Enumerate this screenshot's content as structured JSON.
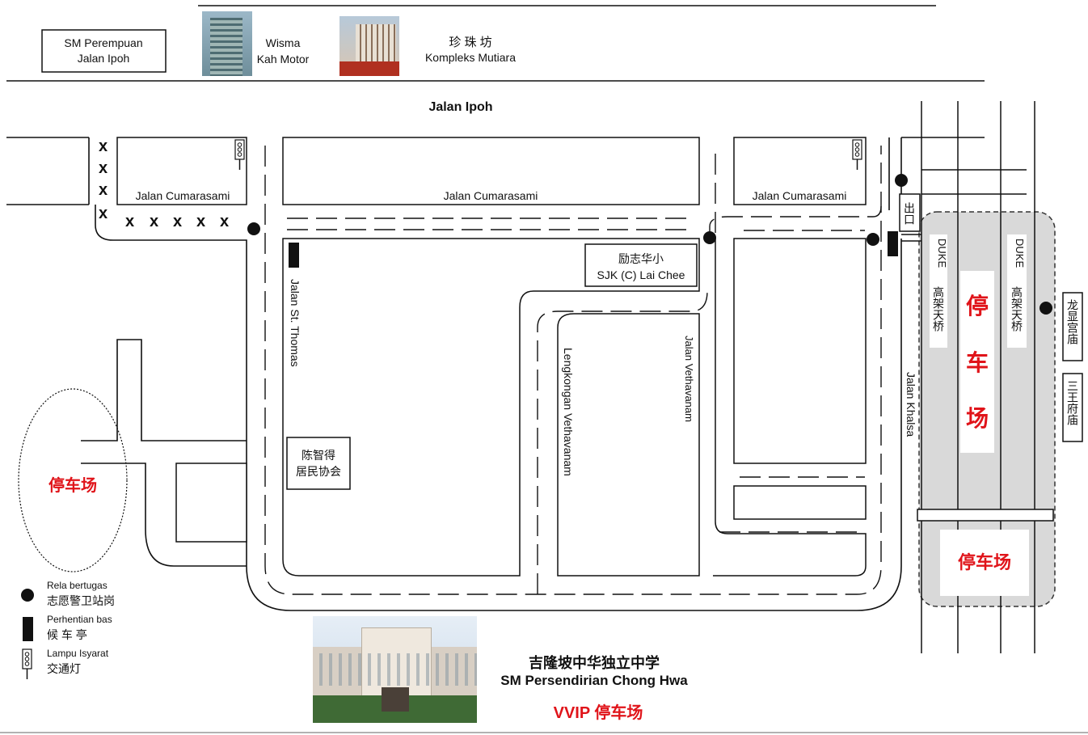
{
  "top_labels": {
    "sm_perempuan_line1": "SM Perempuan",
    "sm_perempuan_line2": "Jalan Ipoh",
    "wisma_line1": "Wisma",
    "wisma_line2": "Kah Motor",
    "mutiara_cn": "珍 珠 坊",
    "mutiara_en": "Kompleks Mutiara"
  },
  "roads": {
    "jalan_ipoh": "Jalan Ipoh",
    "cumarasami_1": "Jalan Cumarasami",
    "cumarasami_2": "Jalan Cumarasami",
    "cumarasami_3": "Jalan Cumarasami",
    "st_thomas": "Jalan St. Thomas",
    "lengkongan": "Lengkongan Vethavanam",
    "vethavanam": "Jalan Vethavanam",
    "khalsa": "Jalan Khalsa"
  },
  "places": {
    "lai_chee_cn": "励志华小",
    "lai_chee_en": "SJK (C) Lai Chee",
    "community_line1": "陈智得",
    "community_line2": "居民协会",
    "exit": "出口",
    "duke_1": "DUKE",
    "duke_1_cn": "高架天桥",
    "duke_2": "DUKE",
    "duke_2_cn": "高架天桥",
    "temple_1": "龙显宫庙",
    "temple_2": "三王府庙"
  },
  "parking": {
    "left": "停车场",
    "center_1": "停",
    "center_2": "车",
    "center_3": "场",
    "bottom": "停车场"
  },
  "legend": {
    "volunteer_en": "Rela bertugas",
    "volunteer_cn": "志愿警卫站岗",
    "bus_en": "Perhentian bas",
    "bus_cn": "候 车 亭",
    "lights_en": "Lampu Isyarat",
    "lights_cn": "交通灯"
  },
  "school": {
    "name_cn": "吉隆坡中华独立中学",
    "name_en": "SM Persendirian Chong Hwa",
    "vvip": "VVIP 停车场"
  },
  "colors": {
    "parking_red": "#e0141a",
    "parking_area": "#d9d9d9"
  }
}
